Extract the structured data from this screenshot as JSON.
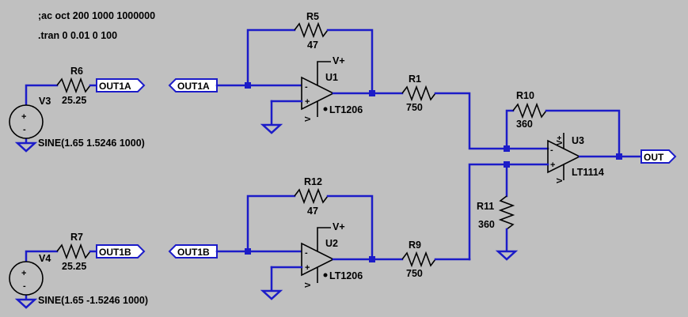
{
  "directives": [
    ";ac oct 200 1000 1000000",
    ".tran 0 0.01 0 100"
  ],
  "sources": {
    "V3": {
      "name": "V3",
      "value": "SINE(1.65 1.5246 1000)"
    },
    "V4": {
      "name": "V4",
      "value": "SINE(1.65 -1.5246 1000)"
    }
  },
  "resistors": {
    "R5": {
      "name": "R5",
      "value": "47"
    },
    "R6": {
      "name": "R6",
      "value": "25.25"
    },
    "R1": {
      "name": "R1",
      "value": "750"
    },
    "R10": {
      "name": "R10",
      "value": "360"
    },
    "R12": {
      "name": "R12",
      "value": "47"
    },
    "R7": {
      "name": "R7",
      "value": "25.25"
    },
    "R9": {
      "name": "R9",
      "value": "750"
    },
    "R11": {
      "name": "R11",
      "value": "360"
    }
  },
  "opamps": {
    "U1": {
      "name": "U1",
      "model": "LT1206"
    },
    "U2": {
      "name": "U2",
      "model": "LT1206"
    },
    "U3": {
      "name": "U3",
      "model": "LT1114"
    }
  },
  "supply_pins": {
    "plus": "V+",
    "minus": "V-",
    "minus_short": "V"
  },
  "polarity": {
    "plus": "+",
    "minus": "-"
  },
  "nets": {
    "out1a": "OUT1A",
    "out1b": "OUT1B",
    "out": "OUT"
  }
}
